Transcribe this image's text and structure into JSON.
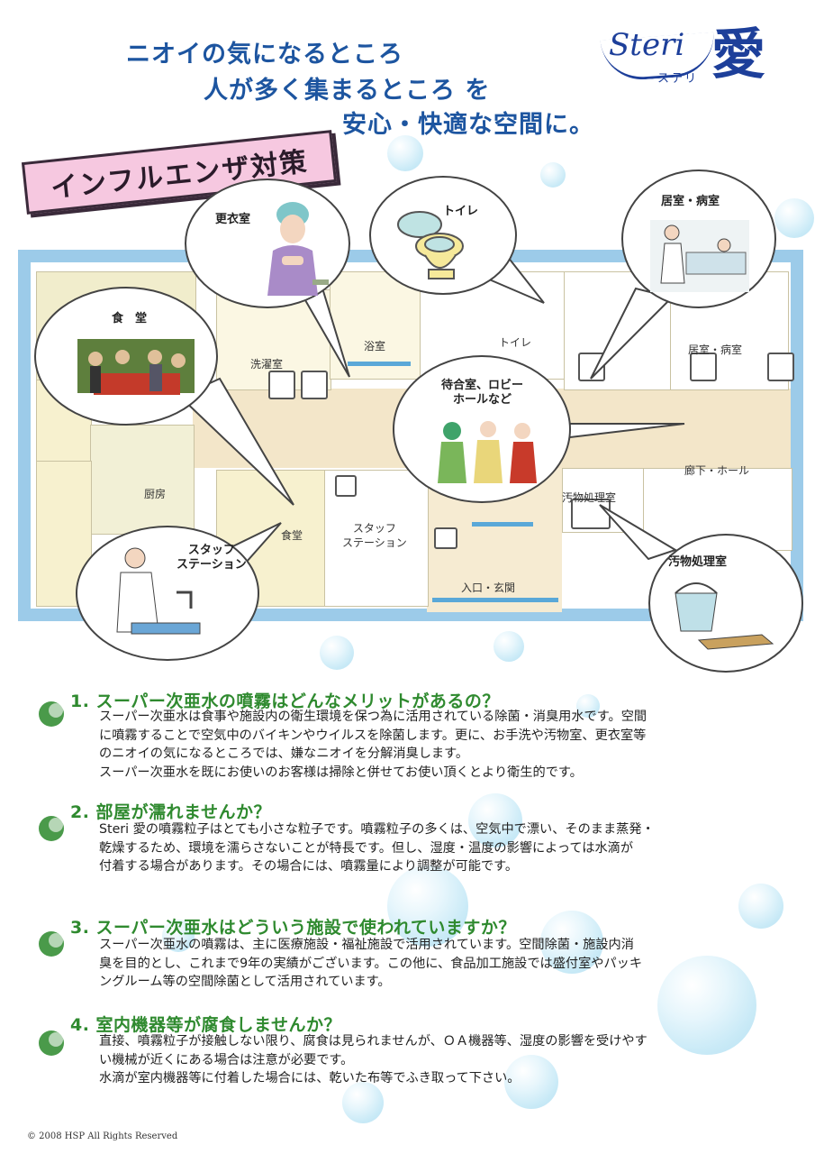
{
  "headline": {
    "line1": "ニオイの気になるところ",
    "line2": "人が多く集まるところ を",
    "line3": "安心・快適な空間に。"
  },
  "logo": {
    "brand": "Steri",
    "kanji": "愛",
    "kana": "ステリ"
  },
  "banner": "インフルエンザ対策",
  "plan_labels": {
    "bath": "浴室",
    "laundry": "洗濯室",
    "toilet": "トイレ",
    "living_room": "居室・病室",
    "kitchen": "厨房",
    "dining": "食堂",
    "staff_station": "スタッフ\nステーション",
    "filth_room": "汚物処理室",
    "corridor": "廊下・ホール",
    "entrance": "入口・玄関"
  },
  "bubbles": {
    "changing_room": "更衣室",
    "toilet": "トイレ",
    "living_room": "居室・病室",
    "dining": "食　堂",
    "waiting_room": "待合室、ロビー\nホールなど",
    "staff_station": "スタッフ\nステーション",
    "filth_room": "汚物処理室"
  },
  "qa": [
    {
      "question": "1.  スーパー次亜水の噴霧はどんなメリットがあるの？",
      "answer": [
        "スーパー次亜水は食事や施設内の衛生環境を保つ為に活用されている除菌・消臭用水です。空間",
        "に噴霧することで空気中のバイキンやウイルスを除菌します。更に、お手洗や汚物室、更衣室等",
        "のニオイの気になるところでは、嫌なニオイを分解消臭します。",
        "スーパー次亜水を既にお使いのお客様は掃除と併せてお使い頂くとより衛生的です。"
      ]
    },
    {
      "question": "2.  部屋が濡れませんか？",
      "answer": [
        "Steri 愛の噴霧粒子はとても小さな粒子です。噴霧粒子の多くは、空気中で漂い、そのまま蒸発・",
        "乾燥するため、環境を濡らさないことが特長です。但し、湿度・温度の影響によっては水滴が",
        "付着する場合があります。その場合には、噴霧量により調整が可能です。"
      ]
    },
    {
      "question": "3.  スーパー次亜水はどういう施設で使われていますか？",
      "answer": [
        "スーパー次亜水の噴霧は、主に医療施設・福祉施設で活用されています。空間除菌・施設内消",
        "臭を目的とし、これまで9年の実績がございます。この他に、食品加工施設では盛付室やパッキ",
        "ングルーム等の空間除菌として活用されています。"
      ]
    },
    {
      "question": "4.  室内機器等が腐食しませんか？",
      "answer": [
        "直接、噴霧粒子が接触しない限り、腐食は見られませんが、ＯＡ機器等、湿度の影響を受けやす",
        "い機械が近くにある場合は注意が必要です。",
        "水滴が室内機器等に付着した場合には、乾いた布等でふき取って下さい。"
      ]
    }
  ],
  "copyright": "© 2008 HSP All Rights Reserved",
  "colors": {
    "title_blue": "#1d55a0",
    "question_green": "#2f8a2f",
    "banner_pink": "#f6c8e0",
    "plan_border": "#9ccbe9"
  }
}
